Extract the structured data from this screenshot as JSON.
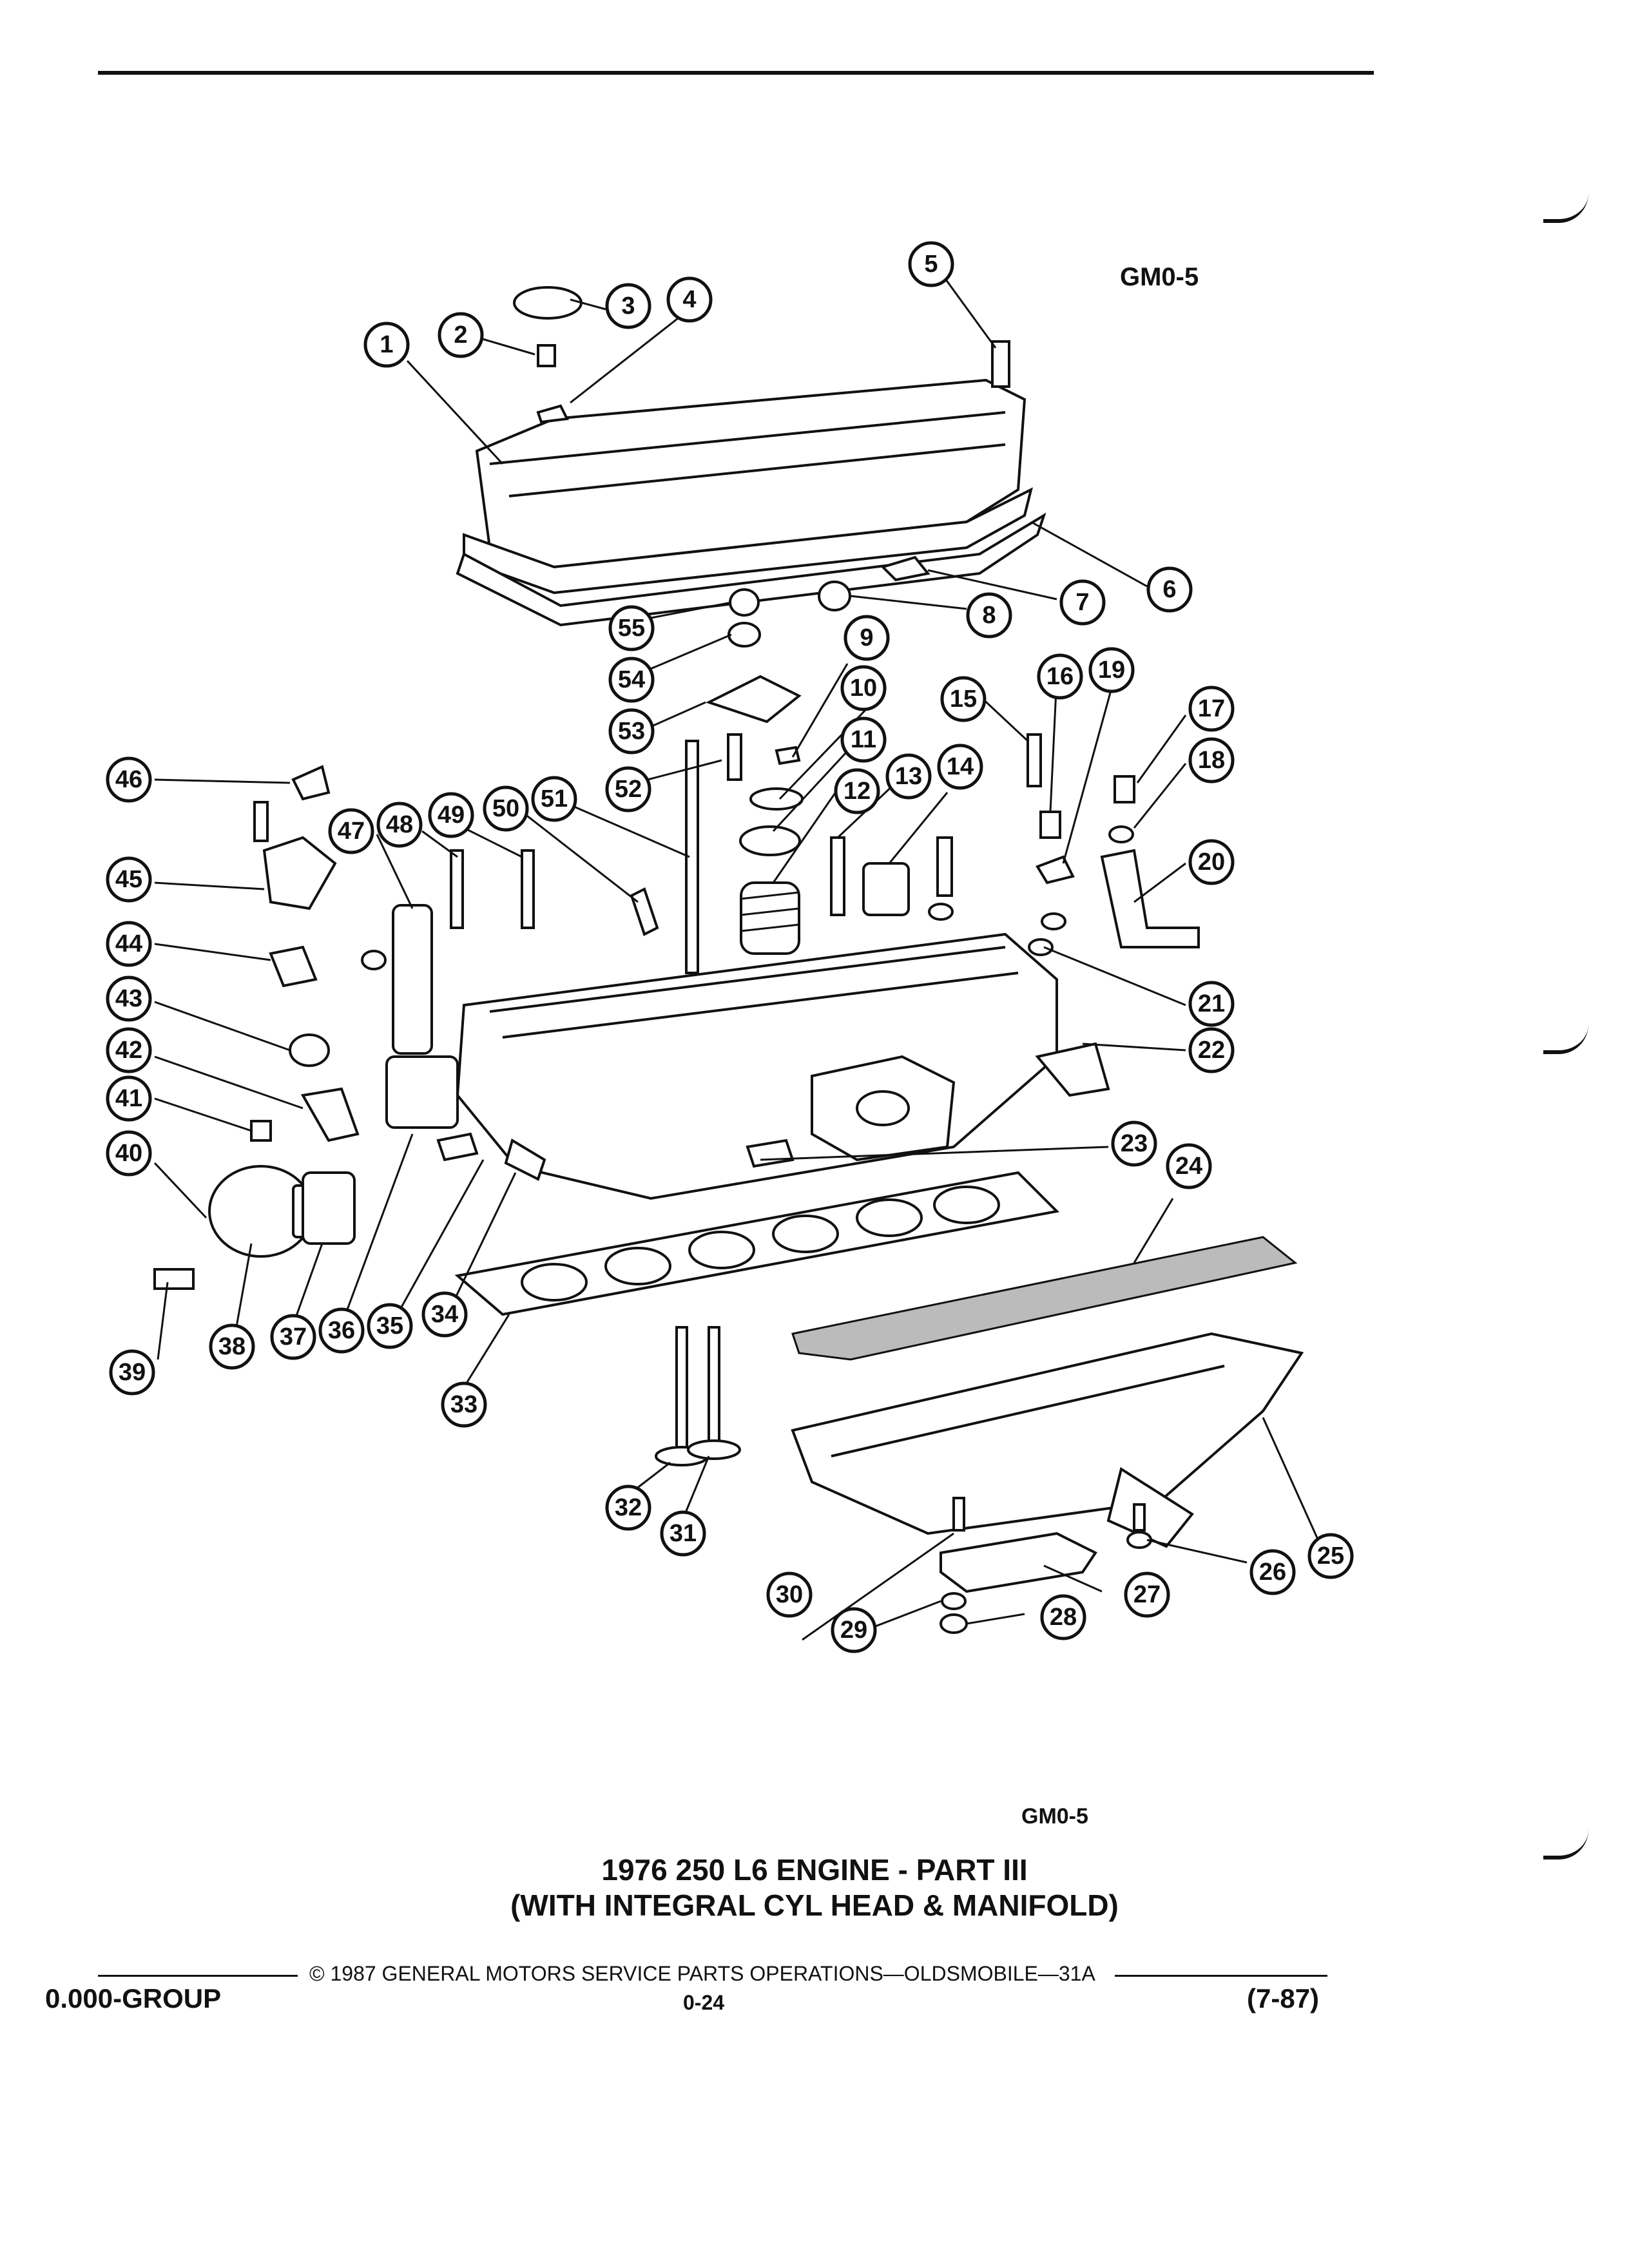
{
  "diagram_code_top": "GM0-5",
  "diagram_code_bottom": "GM0-5",
  "title_line1": "1976 250 L6 ENGINE - PART III",
  "title_line2": "(WITH INTEGRAL CYL HEAD & MANIFOLD)",
  "copyright": "© 1987 GENERAL MOTORS SERVICE PARTS OPERATIONS—OLDSMOBILE—31A",
  "group": "0.000-GROUP",
  "page_number": "0-24",
  "revision": "(7-87)",
  "callouts": [
    "1",
    "2",
    "3",
    "4",
    "5",
    "6",
    "7",
    "8",
    "9",
    "10",
    "11",
    "12",
    "13",
    "14",
    "15",
    "16",
    "17",
    "18",
    "19",
    "20",
    "21",
    "22",
    "23",
    "24",
    "25",
    "26",
    "27",
    "28",
    "29",
    "30",
    "31",
    "32",
    "33",
    "34",
    "35",
    "36",
    "37",
    "38",
    "39",
    "40",
    "41",
    "42",
    "43",
    "44",
    "45",
    "46",
    "47",
    "48",
    "49",
    "50",
    "51",
    "52",
    "53",
    "54",
    "55"
  ]
}
